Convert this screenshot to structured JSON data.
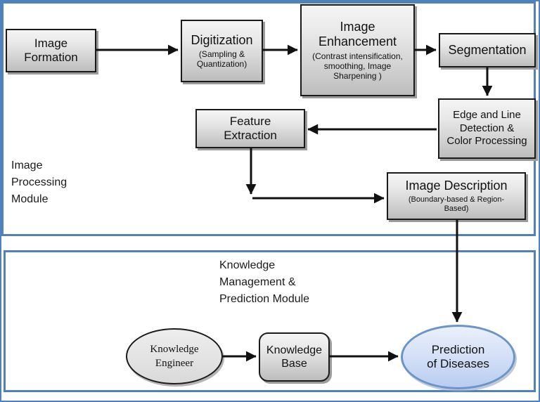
{
  "sections": [
    {
      "id": "image-processing",
      "label": "Image\nProcessing\nModule"
    },
    {
      "id": "knowledge-management",
      "label": "Knowledge\nManagement &\nPrediction Module"
    }
  ],
  "nodes": {
    "image_formation": {
      "title": "Image\nFormation"
    },
    "digitization": {
      "title": "Digitization",
      "subtitle": "(Sampling &\nQuantization)"
    },
    "image_enhancement": {
      "title": "Image\nEnhancement",
      "subtitle": "(Contrast intensification,\nsmoothing, Image\nSharpening )"
    },
    "segmentation": {
      "title": "Segmentation"
    },
    "edge_line_detection": {
      "title": "Edge and Line\nDetection &\nColor Processing"
    },
    "feature_extraction": {
      "title": "Feature\nExtraction"
    },
    "image_description": {
      "title": "Image Description",
      "subtitle": "(Boundary-based & Region-\nBased)"
    },
    "knowledge_engineer": {
      "title": "Knowledge\nEngineer"
    },
    "knowledge_base": {
      "title": "Knowledge\nBase"
    },
    "prediction_of_diseases": {
      "title": "Prediction\nof Diseases"
    }
  },
  "colors": {
    "section_border": "#4f81bd",
    "shape_border": "#1a1a1a",
    "shape_fill_top": "#f4f4f4",
    "shape_fill_bottom": "#bdbdbd",
    "gray_ellipse_fill": "#e6e6e6",
    "blue_ellipse_border": "#6b94c9",
    "blue_ellipse_fill_top": "#eaf0fb",
    "blue_ellipse_fill_bottom": "#b9cdf0",
    "arrow": "#111111"
  }
}
